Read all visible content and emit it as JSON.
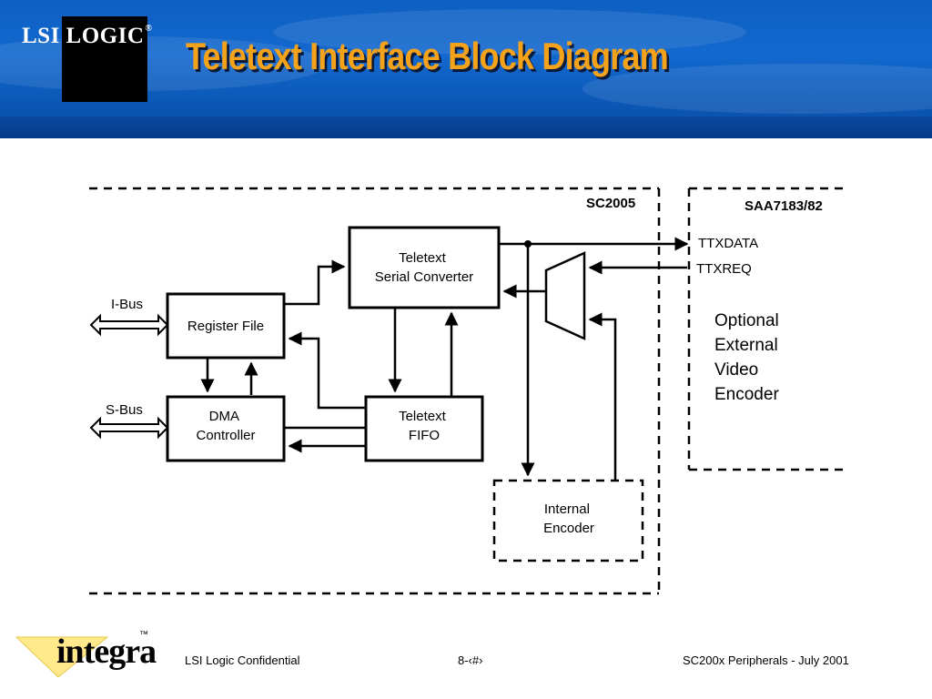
{
  "header": {
    "logo_text": "LSI LOGIC",
    "logo_tm": "®",
    "title": "Teletext Interface Block Diagram"
  },
  "diagram": {
    "sc_region_label": "SC2005",
    "saa_region_label": "SAA7183/82",
    "blocks": {
      "serial_converter": [
        "Teletext",
        "Serial Converter"
      ],
      "register_file": [
        "Register File"
      ],
      "dma_controller": [
        "DMA",
        "Controller"
      ],
      "fifo": [
        "Teletext",
        "FIFO"
      ],
      "internal_encoder": [
        "Internal",
        "Encoder"
      ]
    },
    "buses": {
      "i_bus": "I-Bus",
      "s_bus": "S-Bus"
    },
    "signals": {
      "ttxdata": "TTXDATA",
      "ttxreq": "TTXREQ"
    },
    "external_note": [
      "Optional",
      "External",
      "Video",
      "Encoder"
    ]
  },
  "footer": {
    "brand": "integra",
    "brand_tm": "™",
    "left": "LSI Logic Confidential",
    "page": "8-‹#›",
    "right": "SC200x Peripherals - July 2001"
  }
}
